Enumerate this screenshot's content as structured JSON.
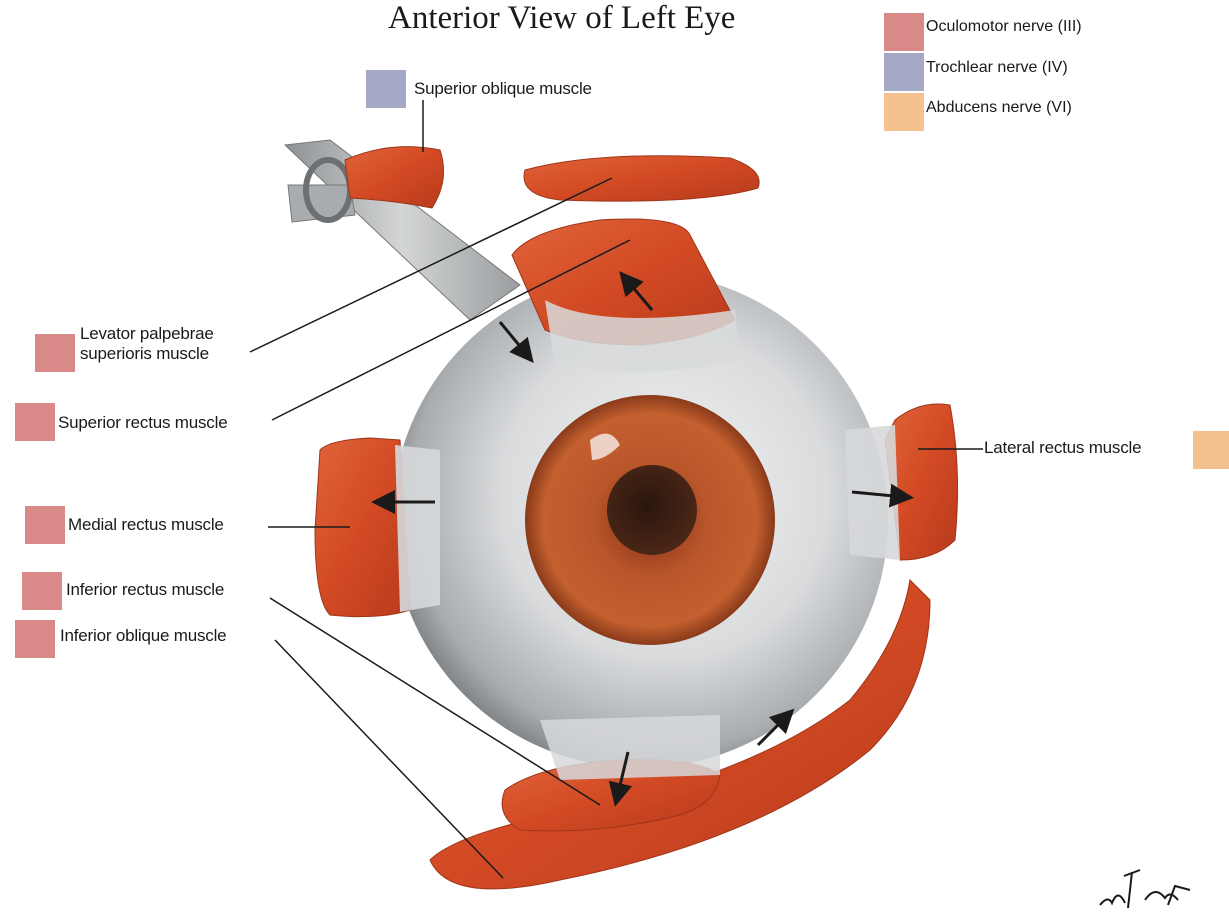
{
  "title": "Anterior View of Left Eye",
  "legend": [
    {
      "label": "Oculomotor nerve (III)",
      "color": "#d98a88"
    },
    {
      "label": "Trochlear nerve (IV)",
      "color": "#a6a9c6"
    },
    {
      "label": "Abducens nerve (VI)",
      "color": "#f5c18f"
    }
  ],
  "labels": {
    "superior_oblique": "Superior oblique muscle",
    "levator_line1": "Levator palpebrae",
    "levator_line2": "superioris muscle",
    "superior_rectus": "Superior rectus muscle",
    "medial_rectus": "Medial rectus muscle",
    "inferior_rectus": "Inferior rectus muscle",
    "inferior_oblique": "Inferior oblique muscle",
    "lateral_rectus": "Lateral rectus muscle"
  },
  "colors": {
    "muscle": "#d9542c",
    "sclera": "#d7d9dc",
    "iris": "#b5552a",
    "pupil": "#3a1f14",
    "tendon": "#b9bcbd"
  }
}
